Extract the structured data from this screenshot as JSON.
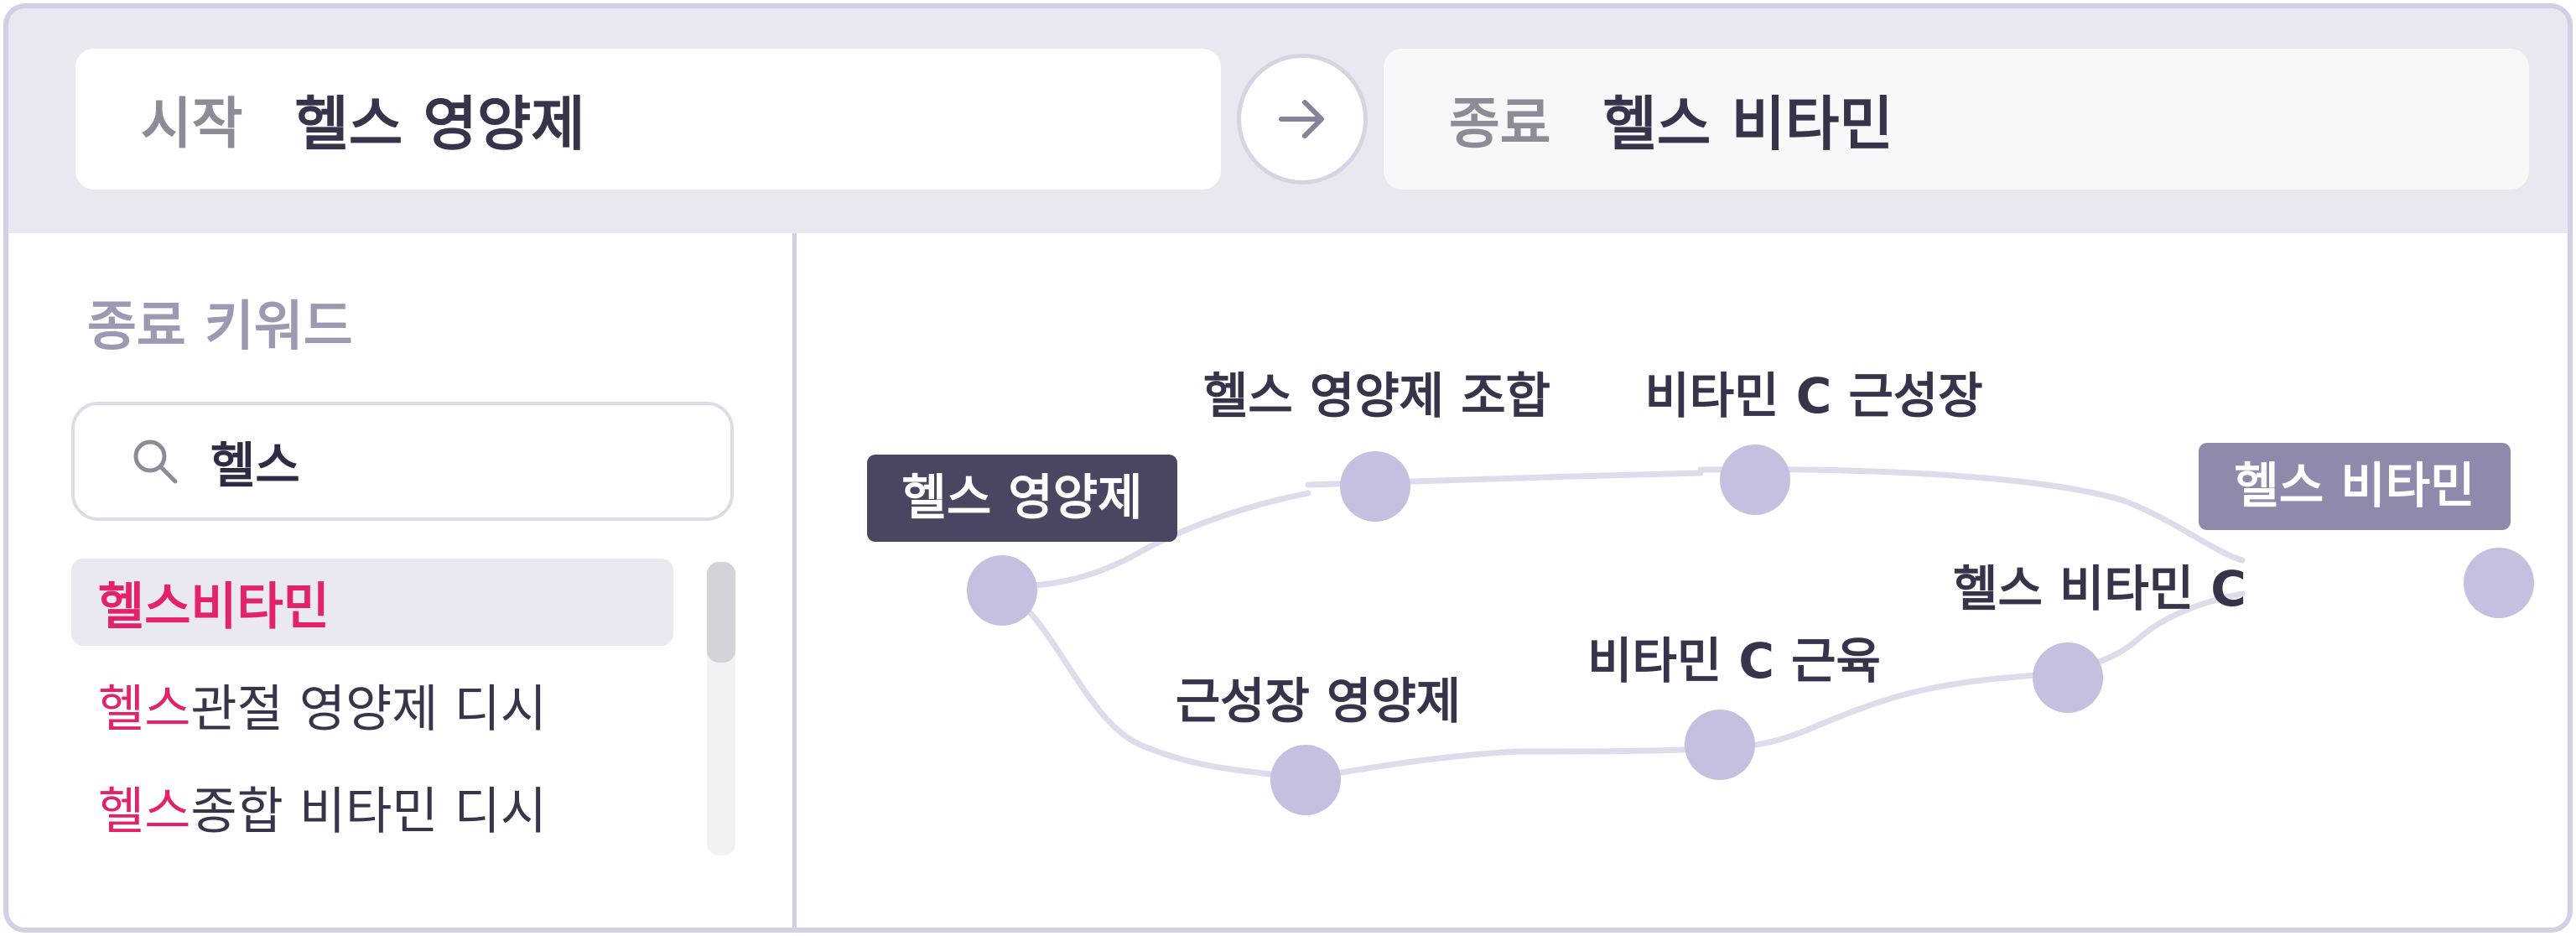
{
  "header": {
    "start_label": "시작",
    "start_value": "헬스 영양제",
    "end_label": "종료",
    "end_value": "헬스 비타민",
    "swap_icon": "arrow-right-icon"
  },
  "sidebar": {
    "title": "종료 키워드",
    "search": {
      "value": "헬스",
      "icon": "search-icon"
    },
    "items": [
      {
        "highlight": "헬스",
        "rest": " 비타민",
        "selected": true
      },
      {
        "highlight": "헬스",
        "rest": " 관절 영양제 디시",
        "selected": false
      },
      {
        "highlight": "헬스",
        "rest": " 종합 비타민 디시",
        "selected": false
      }
    ]
  },
  "graph": {
    "start_tag": "헬스 영양제",
    "end_tag": "헬스 비타민",
    "nodes": [
      {
        "label": "헬스 영양제 조합"
      },
      {
        "label": "비타민 C 근성장"
      },
      {
        "label": "근성장 영양제"
      },
      {
        "label": "비타민 C 근육"
      },
      {
        "label": "헬스 비타민 C"
      }
    ]
  },
  "colors": {
    "accent": "#e4226a",
    "node": "#c4c0e0",
    "edge": "#dedbed",
    "start_tag_bg": "#4a4662",
    "end_tag_bg": "#8f8aab"
  }
}
